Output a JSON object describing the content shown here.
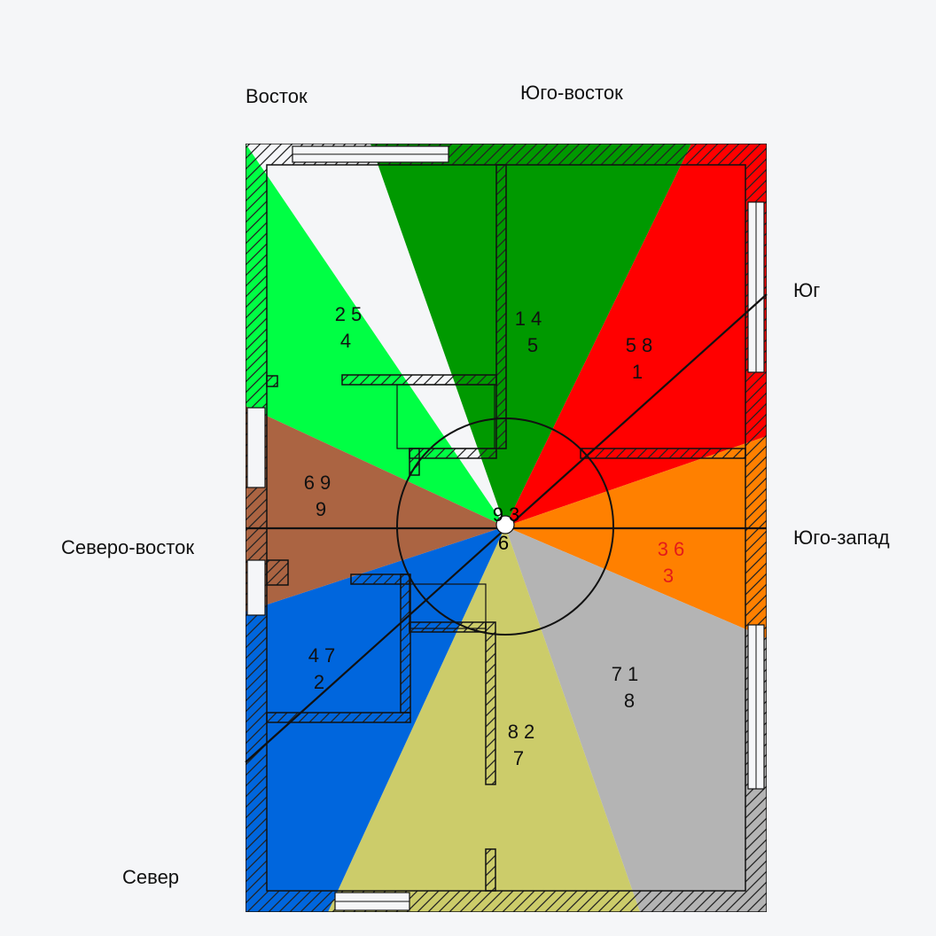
{
  "directions": {
    "east": "Восток",
    "southeast": "Юго-восток",
    "south": "Юг",
    "southwest": "Юго-запад",
    "northeast": "Северо-восток",
    "north": "Север"
  },
  "sectors": [
    {
      "id": "sector-1",
      "color": "#00ff44",
      "line1": "2 5",
      "line2": "4",
      "text_color": "#111111"
    },
    {
      "id": "sector-2",
      "color": "#009900",
      "line1": "1 4",
      "line2": "5",
      "text_color": "#111111"
    },
    {
      "id": "sector-3",
      "color": "#ff0000",
      "line1": "5 8",
      "line2": "1",
      "text_color": "#111111"
    },
    {
      "id": "sector-4",
      "color": "#ff8000",
      "line1": "3 6",
      "line2": "3",
      "text_color": "#e41a1a"
    },
    {
      "id": "sector-5",
      "color": "#b4b4b4",
      "line1": "7 1",
      "line2": "8",
      "text_color": "#111111"
    },
    {
      "id": "sector-6",
      "color": "#cccc6a",
      "line1": "8 2",
      "line2": "7",
      "text_color": "#111111"
    },
    {
      "id": "sector-7",
      "color": "#0066dd",
      "line1": "4 7",
      "line2": "2",
      "text_color": "#111111"
    },
    {
      "id": "sector-8",
      "color": "#ab6442",
      "line1": "6 9",
      "line2": "9",
      "text_color": "#111111"
    }
  ],
  "center": {
    "line1": "9 3",
    "line2": "6"
  }
}
